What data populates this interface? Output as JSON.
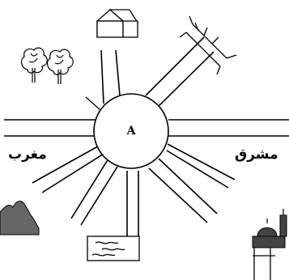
{
  "diagram": {
    "center_label": "A",
    "west_label": "مغرب",
    "east_label": "مشرق",
    "landmarks": [
      {
        "name": "house",
        "icon": "house-icon"
      },
      {
        "name": "trees",
        "icon": "tree-icon"
      },
      {
        "name": "bridge",
        "icon": "bridge-icon"
      },
      {
        "name": "mountain",
        "icon": "mountain-icon"
      },
      {
        "name": "river",
        "icon": "river-icon"
      },
      {
        "name": "mosque",
        "icon": "mosque-icon"
      }
    ]
  }
}
